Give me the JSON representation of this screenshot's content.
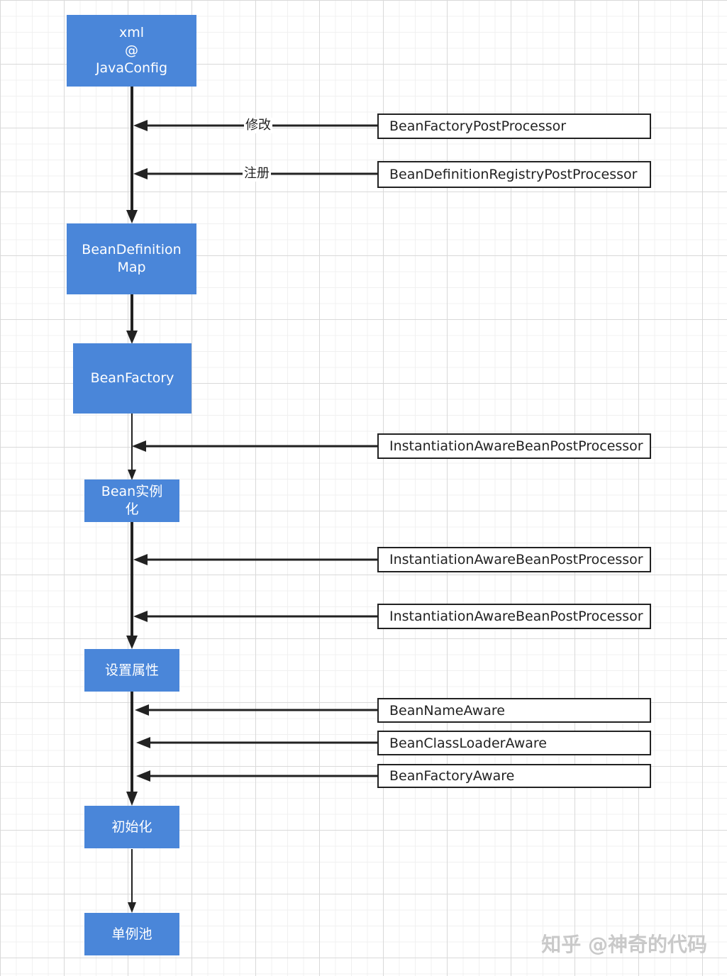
{
  "nodes": {
    "config": "xml\n@\nJavaConfig",
    "bean_definition_map": "BeanDefinition\nMap",
    "bean_factory": "BeanFactory",
    "instantiate": "Bean实例\n化",
    "set_properties": "设置属性",
    "initialize": "初始化",
    "singleton_pool": "单例池"
  },
  "processors": {
    "bean_factory_post_processor": "BeanFactoryPostProcessor",
    "bean_definition_registry_post_processor": "BeanDefinitionRegistryPostProcessor",
    "instantiation_aware_1": "InstantiationAwareBeanPostProcessor",
    "instantiation_aware_2": "InstantiationAwareBeanPostProcessor",
    "instantiation_aware_3": "InstantiationAwareBeanPostProcessor",
    "bean_name_aware": "BeanNameAware",
    "bean_class_loader_aware": "BeanClassLoaderAware",
    "bean_factory_aware": "BeanFactoryAware"
  },
  "edge_labels": {
    "modify": "修改",
    "register": "注册"
  },
  "watermark": "知乎 @神奇的代码",
  "colors": {
    "node_fill": "#4a86d9",
    "node_text": "#ffffff",
    "line": "#222222"
  }
}
